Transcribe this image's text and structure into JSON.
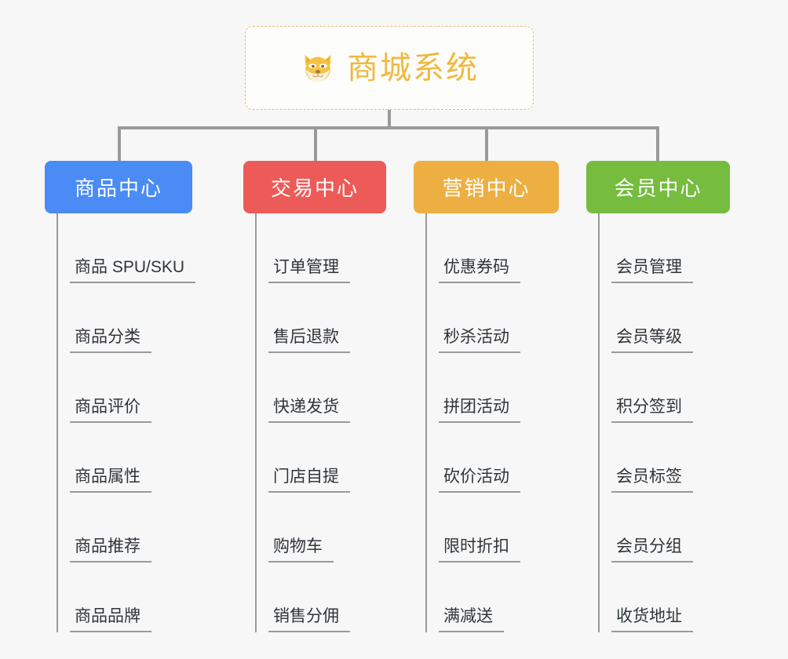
{
  "diagram": {
    "type": "mindmap",
    "background_color": "#f7f7f7",
    "root": {
      "title": "商城系统",
      "icon": "shiba-dog-emoji",
      "text_color": "#f0b93e",
      "border_color": "#e8c06a"
    },
    "branches": [
      {
        "label": "商品中心",
        "color": "#4a8bf5",
        "items": [
          "商品 SPU/SKU",
          "商品分类",
          "商品评价",
          "商品属性",
          "商品推荐",
          "商品品牌"
        ]
      },
      {
        "label": "交易中心",
        "color": "#ec5b58",
        "items": [
          "订单管理",
          "售后退款",
          "快递发货",
          "门店自提",
          "购物车",
          "销售分佣"
        ]
      },
      {
        "label": "营销中心",
        "color": "#edaf41",
        "items": [
          "优惠券码",
          "秒杀活动",
          "拼团活动",
          "砍价活动",
          "限时折扣",
          "满减送"
        ]
      },
      {
        "label": "会员中心",
        "color": "#76bc3f",
        "items": [
          "会员管理",
          "会员等级",
          "积分签到",
          "会员标签",
          "会员分组",
          "收货地址"
        ]
      }
    ]
  }
}
